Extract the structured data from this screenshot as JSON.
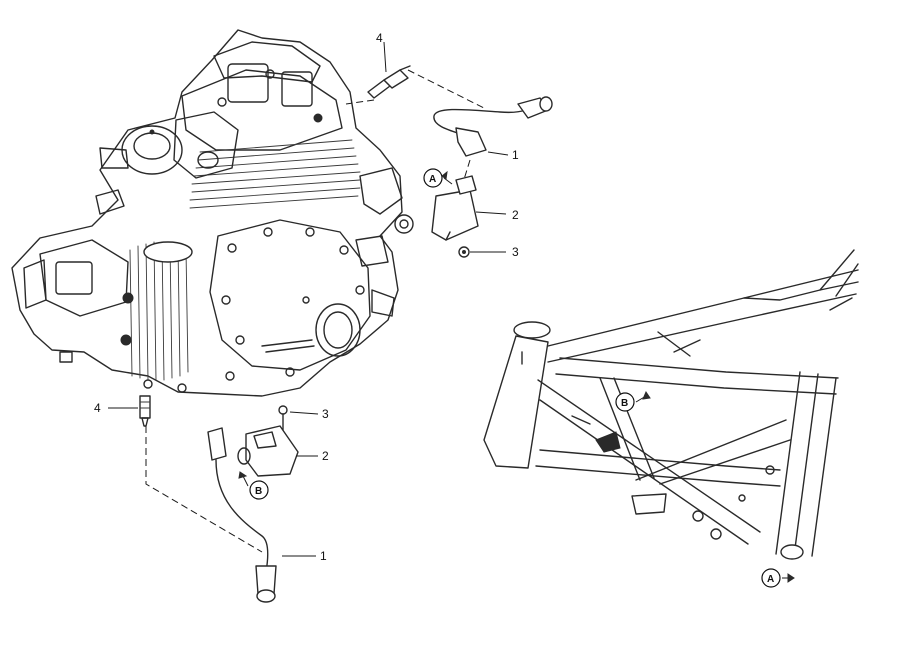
{
  "callouts": {
    "top_spark_plug": "4",
    "top_cap": "1",
    "top_coil": "2",
    "top_screw": "3",
    "top_ref": "A",
    "lower_spark_plug": "4",
    "lower_screw": "3",
    "lower_coil": "2",
    "lower_ref": "B",
    "lower_cable": "1",
    "frame_ref_b": "B",
    "frame_ref_a": "A"
  }
}
